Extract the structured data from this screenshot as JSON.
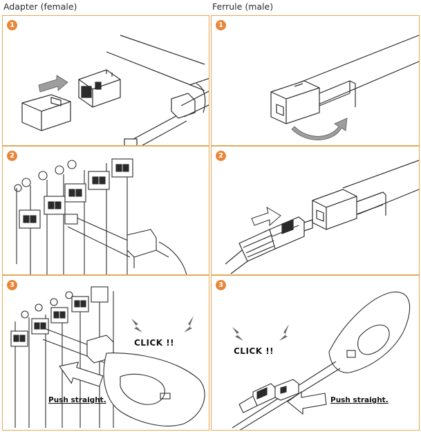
{
  "columns": {
    "left_title": "Adapter (female)",
    "right_title": "Ferrule (male)"
  },
  "steps": {
    "left": [
      "1",
      "2",
      "3"
    ],
    "right": [
      "1",
      "2",
      "3"
    ]
  },
  "labels": {
    "click_left": "CLICK !!",
    "click_right": "CLICK !!",
    "push_left": "Push straight.",
    "push_right": "Push straight."
  },
  "colors": {
    "panel_border": "#e3a857",
    "badge": "#e8863a",
    "line_art": "#2a2a2a"
  }
}
